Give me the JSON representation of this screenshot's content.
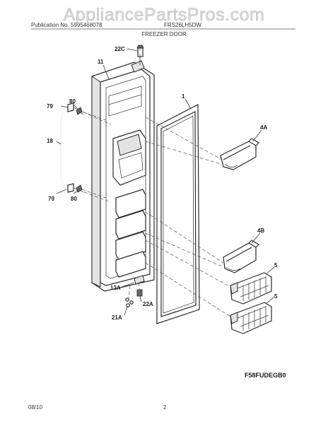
{
  "watermark": "AppliancePartsPros.com",
  "header": {
    "left_text": "Publication No. 5995468078",
    "mid_text": "FRS26LH5DW",
    "section_title": "FREEZER DOOR"
  },
  "callouts": {
    "c22C": "22C",
    "c11": "11",
    "c1": "1",
    "c79_top": "79",
    "c80_top": "80",
    "c18": "18",
    "c79_bottom": "79",
    "c80_bottom": "80",
    "c4A": "4A",
    "c4B": "4B",
    "c5_top": "5",
    "c5_bottom": "5",
    "c13A": "13A",
    "c22A": "22A",
    "c21A": "21A"
  },
  "figure_code": "F58FUDEGB0",
  "footer": {
    "date": "08/10",
    "page": "2"
  }
}
